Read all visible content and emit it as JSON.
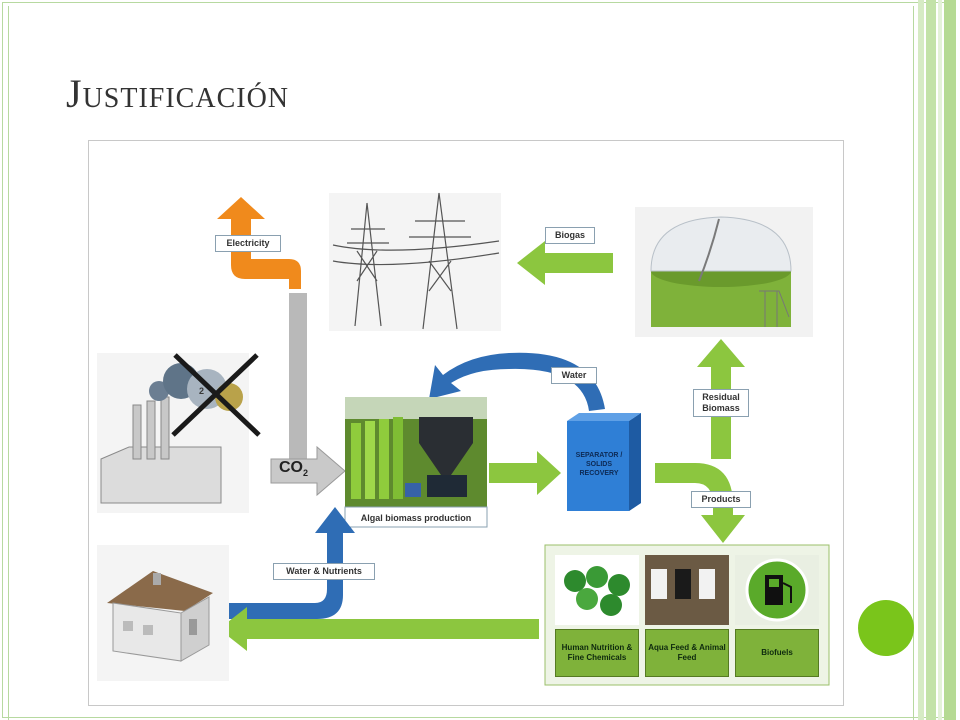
{
  "slide": {
    "title": "Justificación"
  },
  "diagram": {
    "labels": {
      "electricity": "Electricity",
      "biogas": "Biogas",
      "water": "Water",
      "residual_biomass": "Residual Biomass",
      "co2": "CO",
      "co2_subscript": "2",
      "co2_crossed_subscript": "2",
      "algal_production": "Algal biomass production",
      "separator": "SEPARATOR / SOLIDS RECOVERY",
      "products": "Products",
      "water_nutrients": "Water & Nutrients"
    },
    "products": [
      {
        "label": "Human Nutrition & Fine Chemicals"
      },
      {
        "label": "Aqua Feed & Animal Feed"
      },
      {
        "label": "Biofuels"
      }
    ]
  },
  "colors": {
    "green_arrow": "#8cc63f",
    "blue_arrow": "#2f6db5",
    "orange_arrow": "#f08a1c",
    "gray_arrow": "#b9b9b9",
    "accent_dot": "#7ac51b",
    "frame": "#b7d9a0"
  }
}
